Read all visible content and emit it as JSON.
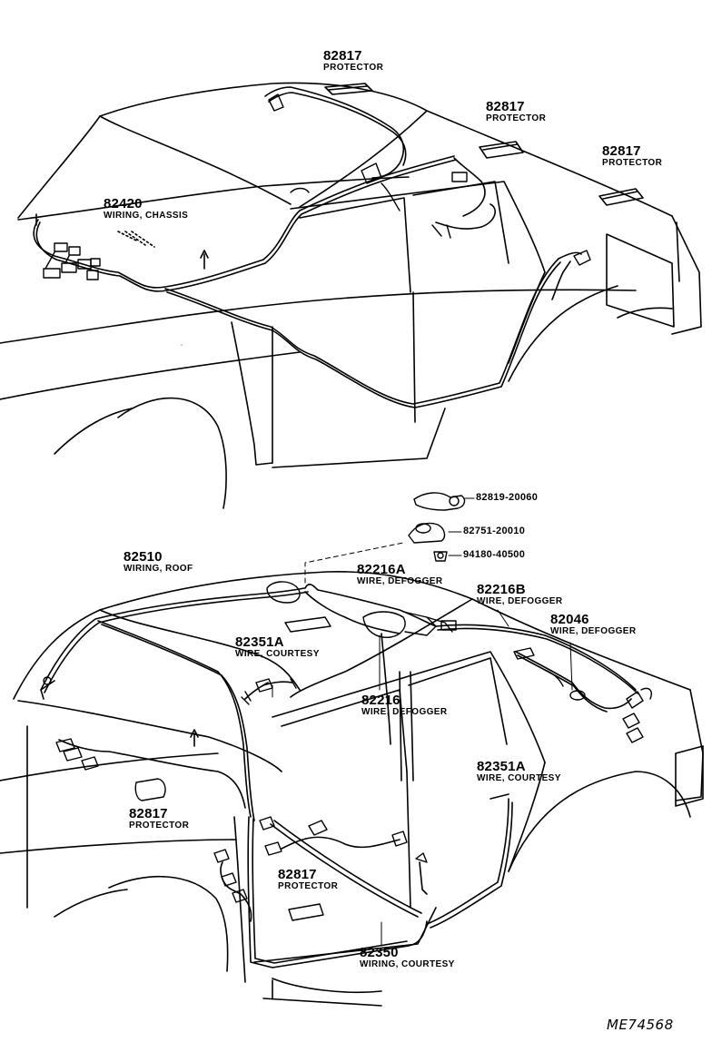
{
  "figure_code": "ME74568",
  "top_view": {
    "callouts": [
      {
        "part": "82817",
        "desc": "PROTECTOR"
      },
      {
        "part": "82817",
        "desc": "PROTECTOR"
      },
      {
        "part": "82817",
        "desc": "PROTECTOR"
      },
      {
        "part": "82420",
        "desc": "WIRING, CHASSIS"
      }
    ]
  },
  "bottom_view": {
    "callouts": [
      {
        "part": "82819-20060"
      },
      {
        "part": "82751-20010"
      },
      {
        "part": "94180-40500"
      },
      {
        "part": "82510",
        "desc": "WIRING, ROOF"
      },
      {
        "part": "82216A",
        "desc": "WIRE, DEFOGGER"
      },
      {
        "part": "82216B",
        "desc": "WIRE, DEFOGGER"
      },
      {
        "part": "82046",
        "desc": "WIRE, DEFOGGER"
      },
      {
        "part": "82351A",
        "desc": "WIRE, COURTESY"
      },
      {
        "part": "82216",
        "desc": "WIRE, DEFOGGER"
      },
      {
        "part": "82351A",
        "desc": "WIRE, COURTESY"
      },
      {
        "part": "82817",
        "desc": "PROTECTOR"
      },
      {
        "part": "82817",
        "desc": "PROTECTOR"
      },
      {
        "part": "82350",
        "desc": "WIRING, COURTESY"
      }
    ]
  }
}
